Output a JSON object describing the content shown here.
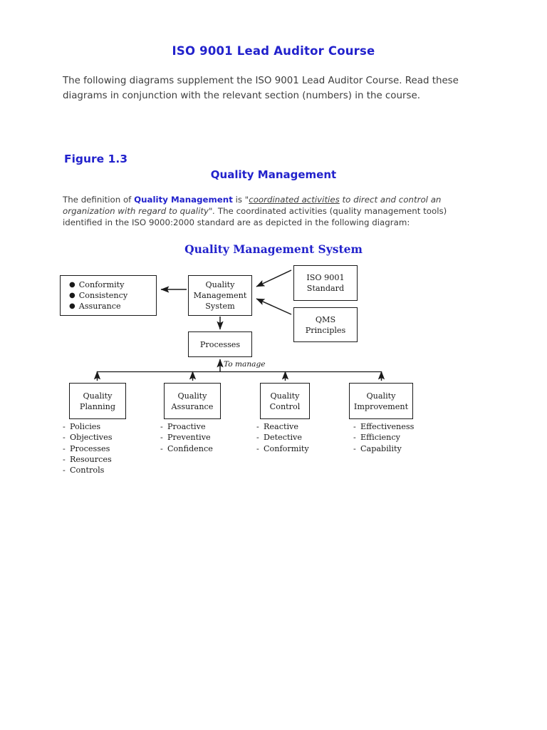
{
  "document": {
    "title": "ISO 9001 Lead Auditor Course",
    "intro": "The following diagrams supplement the ISO 9001 Lead Auditor Course. Read these diagrams in conjunction with the relevant section (numbers) in the course.",
    "figure_label": "Figure 1.3",
    "figure_title": "Quality Management",
    "definition": {
      "lead": "The definition of ",
      "term": "Quality Management",
      "is_quote_open": " is \"",
      "underlined_italic": "coordinated activities",
      "italic_rest": " to direct and control an organization with regard to quality\".",
      "tail": "  The coordinated activities (quality management tools) identified in the ISO 9000:2000 standard are as depicted in the following diagram:"
    }
  },
  "diagram": {
    "title": "Quality Management System",
    "outcomes_box": {
      "name": "outcomes",
      "bullets": [
        "Conformity",
        "Consistency",
        "Assurance"
      ]
    },
    "qms_box": {
      "lines": [
        "Quality",
        "Management",
        "System"
      ]
    },
    "iso_box": {
      "lines": [
        "ISO 9001",
        "Standard"
      ]
    },
    "principles_box": {
      "lines": [
        "QMS",
        "Principles"
      ]
    },
    "processes_box": {
      "lines": [
        "Processes"
      ]
    },
    "to_manage_label": "To manage",
    "tools": [
      {
        "box": [
          "Quality",
          "Planning"
        ],
        "items": [
          "Policies",
          "Objectives",
          "Processes",
          "Resources",
          "Controls"
        ]
      },
      {
        "box": [
          "Quality",
          "Assurance"
        ],
        "items": [
          "Proactive",
          "Preventive",
          "Confidence"
        ]
      },
      {
        "box": [
          "Quality",
          "Control"
        ],
        "items": [
          "Reactive",
          "Detective",
          "Conformity"
        ]
      },
      {
        "box": [
          "Quality",
          "Improvement"
        ],
        "items": [
          "Effectiveness",
          "Efficiency",
          "Capability"
        ]
      }
    ]
  },
  "colors": {
    "heading_blue": "#2222CC",
    "body_text": "#3D3D3D",
    "diagram_line": "#1A1A1A"
  }
}
